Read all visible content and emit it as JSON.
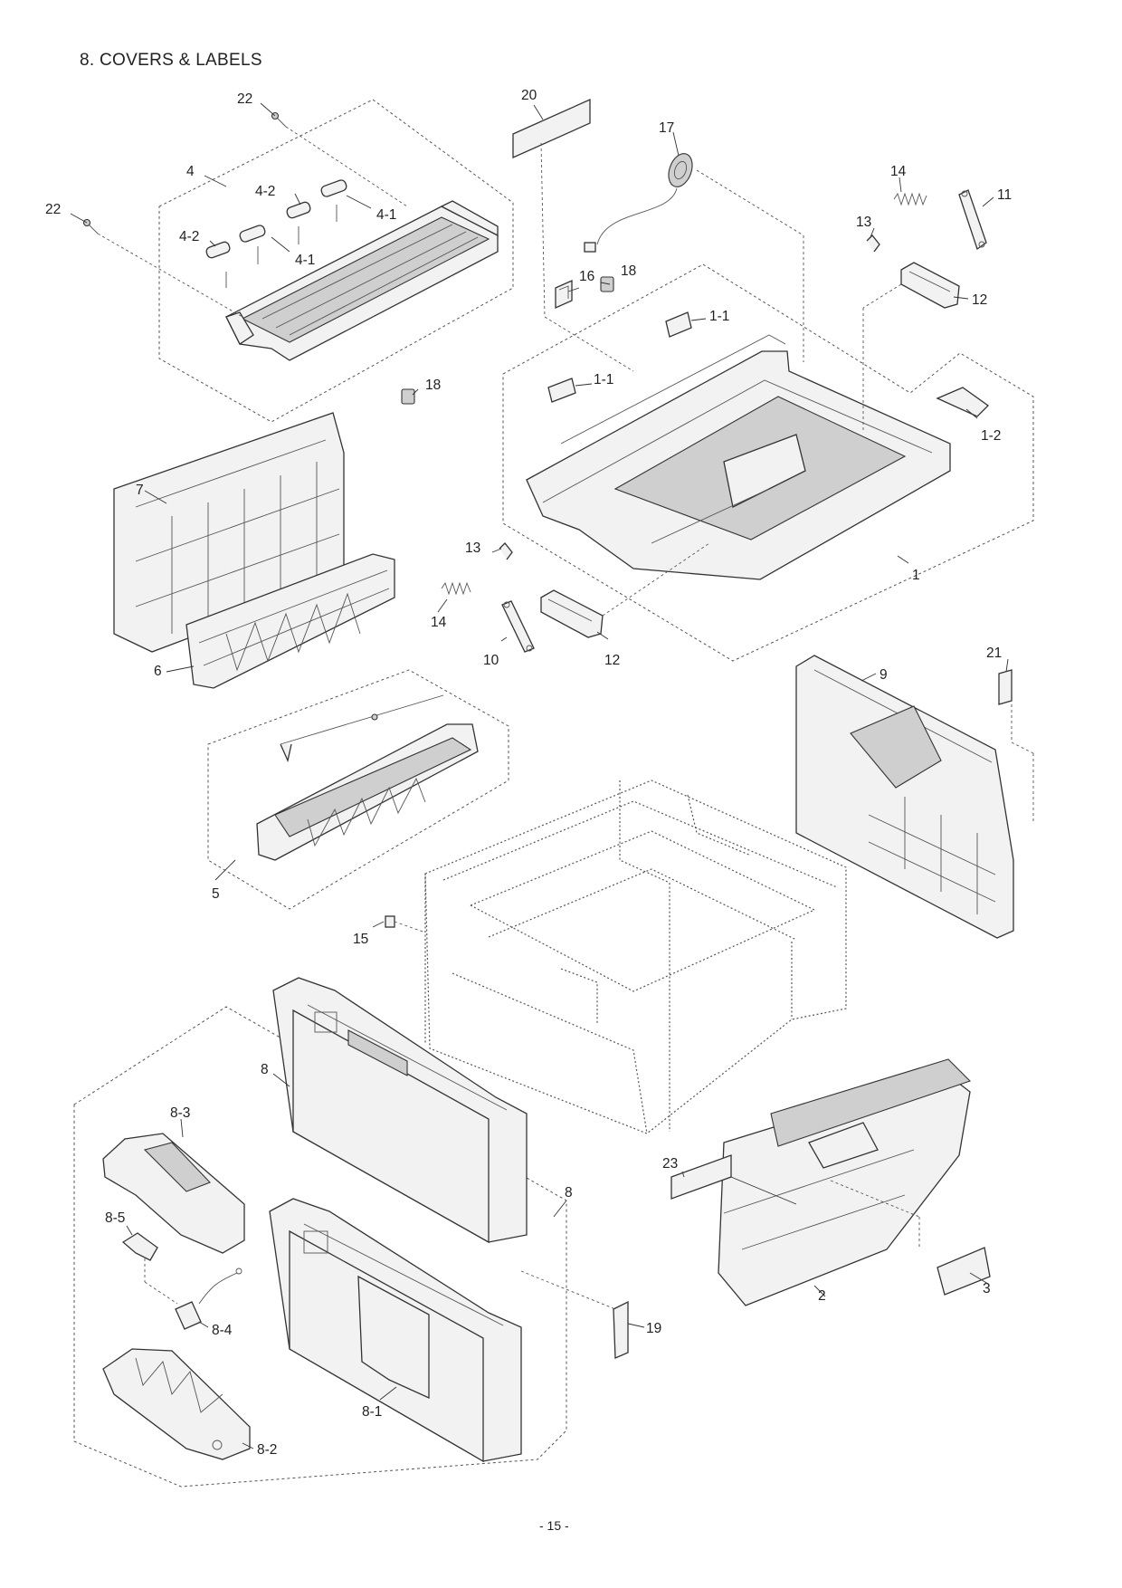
{
  "page": {
    "title": "8. COVERS & LABELS",
    "page_number": "- 15 -"
  },
  "callouts": {
    "c1": "1",
    "c1_1a": "1-1",
    "c1_1b": "1-1",
    "c1_2": "1-2",
    "c2": "2",
    "c3": "3",
    "c4": "4",
    "c4_1a": "4-1",
    "c4_1b": "4-1",
    "c4_2a": "4-2",
    "c4_2b": "4-2",
    "c5": "5",
    "c6": "6",
    "c7": "7",
    "c8a": "8",
    "c8b": "8",
    "c8_1": "8-1",
    "c8_2": "8-2",
    "c8_3": "8-3",
    "c8_4": "8-4",
    "c8_5": "8-5",
    "c9": "9",
    "c10": "10",
    "c11": "11",
    "c12a": "12",
    "c12b": "12",
    "c13a": "13",
    "c13b": "13",
    "c14a": "14",
    "c14b": "14",
    "c15": "15",
    "c16": "16",
    "c17": "17",
    "c18a": "18",
    "c18b": "18",
    "c19": "19",
    "c20": "20",
    "c21": "21",
    "c22a": "22",
    "c22b": "22",
    "c23": "23"
  }
}
